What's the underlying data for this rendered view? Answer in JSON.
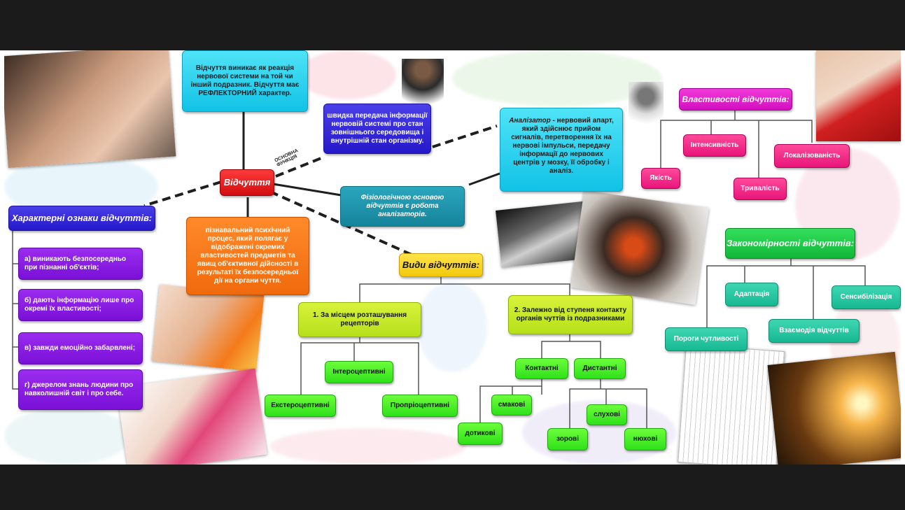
{
  "colors": {
    "frame": "#1b1b1b"
  },
  "center": {
    "label": "Відчуття"
  },
  "definition": {
    "text": "Відчуття виникає як реакція нервової системи на той чи інший подразник. Відчуття має РЕФЛЕКТОРНИЙ характер."
  },
  "function_label": "ОСНОВНА ФУНКЦІЯ",
  "function": {
    "text": "швидка передача інформації нервовій системі про стан зовнішнього середовища і внутрішній стан організму."
  },
  "physiology": {
    "text": "Фізіологічною основою відчуттів є робота аналізаторів."
  },
  "analyzer": {
    "title": "Аналізатор",
    "text": " - нервовий апарт, який здійснює прийом сигналів, перетворення їх на нервові імпульси, передачу інформації до нервових центрів у мозку, її обробку і аналіз."
  },
  "process": {
    "text": "пізнавальний психічний процес, який полягає у відображені окремих властивостей предметів та явищ об'єктивної дійсності в результаті їх безпосередньої дії на органи чуття."
  },
  "features": {
    "title": "Характерні ознаки відчуттів:",
    "items": [
      "а) виникають безпосередньо при пізнанні об'єктів;",
      "б) дають інформацію лише про окремі їх властивості;",
      "в) завжди емоційно забарвлені;",
      "г) джерелом знань людини про навколишній світ і про себе."
    ]
  },
  "properties": {
    "title": "Властивості відчуттів:",
    "items": [
      "Якість",
      "Інтенсивність",
      "Тривалість",
      "Локалізованість"
    ]
  },
  "laws": {
    "title": "Закономірності відчуттів:",
    "items": [
      "Пороги чутливості",
      "Адаптація",
      "Взаємодія відчуттів",
      "Сенсибілізація"
    ]
  },
  "types": {
    "title": "Види відчуттів:",
    "by_location": {
      "title": "1. За місцем розташування рецепторів",
      "items": [
        "Екстероцептивні",
        "Інтероцептивні",
        "Пропріоцептивні"
      ]
    },
    "by_contact": {
      "title": "2. Залежно від ступеня контакту органів чуттів із подразниками",
      "contact": "Контактні",
      "distant": "Дистантні",
      "contact_items": [
        "дотикові",
        "смакові"
      ],
      "distant_items": [
        "зорові",
        "слухові",
        "нюхові"
      ]
    }
  }
}
